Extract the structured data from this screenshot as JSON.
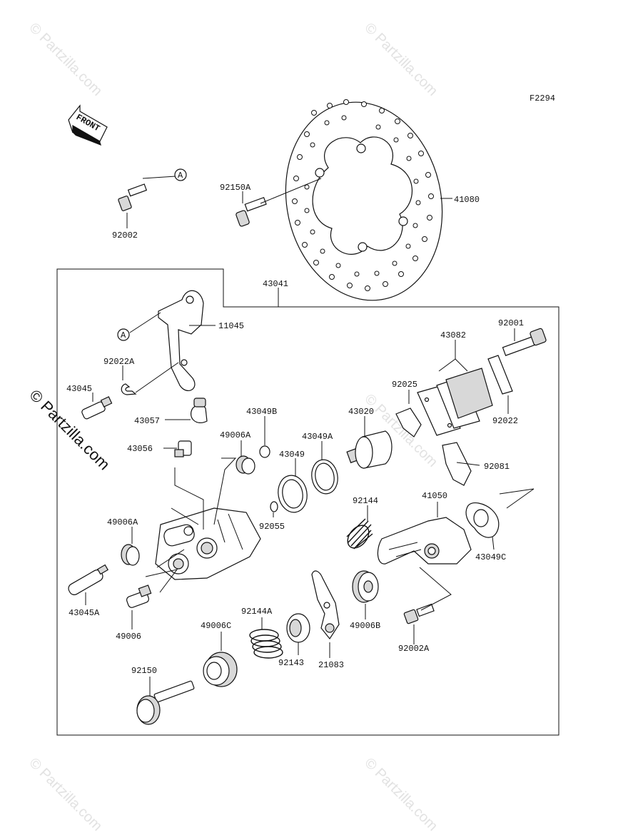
{
  "diagram_code": "F2294",
  "front_label": "FRONT",
  "watermark": "© Partzilla.com",
  "callouts": {
    "c92002": "92002",
    "c92150A": "92150A",
    "c41080": "41080",
    "c43041": "43041",
    "c11045": "11045",
    "c92022A": "92022A",
    "c43045": "43045",
    "c43057": "43057",
    "c43056": "43056",
    "c43049B": "43049B",
    "c49006A_top": "49006A",
    "c43049": "43049",
    "c43049A": "43049A",
    "c43020": "43020",
    "c92025": "92025",
    "c43082": "43082",
    "c92001": "92001",
    "c92022": "92022",
    "c92081": "92081",
    "c92055": "92055",
    "c92144": "92144",
    "c41050": "41050",
    "c49006A_left": "49006A",
    "c43049C": "43049C",
    "c43045A": "43045A",
    "c49006": "49006",
    "c92144A": "92144A",
    "c49006C": "49006C",
    "c92143": "92143",
    "c21083": "21083",
    "c49006B": "49006B",
    "c92002A": "92002A",
    "c92150": "92150"
  },
  "ref_marker": "A"
}
